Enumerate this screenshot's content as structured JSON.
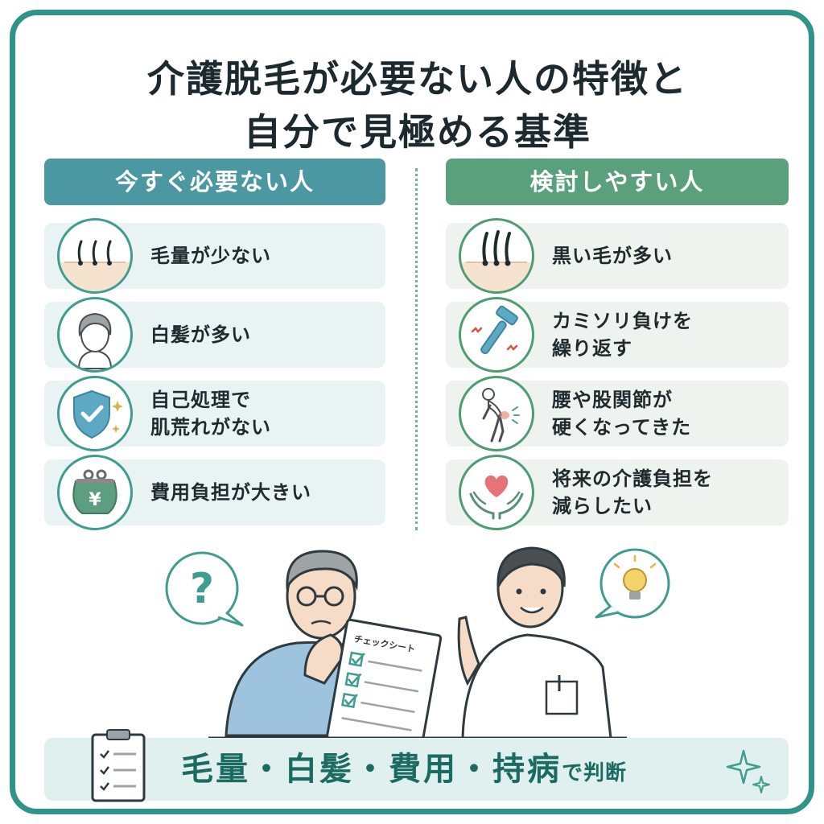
{
  "title": {
    "line1": "介護脱毛が必要ない人の特徴と",
    "line2": "自分で見極める基準"
  },
  "left_column": {
    "header": "今すぐ必要ない人",
    "items": [
      {
        "label": "毛量が少ない",
        "icon": "sparse-hair-icon"
      },
      {
        "label": "白髪が多い",
        "icon": "gray-hair-person-icon"
      },
      {
        "label": "自己処理で\n肌荒れがない",
        "icon": "shield-check-icon"
      },
      {
        "label": "費用負担が大きい",
        "icon": "yen-purse-icon"
      }
    ]
  },
  "right_column": {
    "header": "検討しやすい人",
    "items": [
      {
        "label": "黒い毛が多い",
        "icon": "thick-hair-icon"
      },
      {
        "label": "カミソリ負けを\n繰り返す",
        "icon": "razor-icon"
      },
      {
        "label": "腰や股関節が\n硬くなってきた",
        "icon": "back-pain-person-icon"
      },
      {
        "label": "将来の介護負担を\n減らしたい",
        "icon": "heart-hands-icon"
      }
    ]
  },
  "scene": {
    "question_mark": "?",
    "checklist_title": "チェックシート"
  },
  "footer": {
    "main": "毛量・白髪・費用・持病",
    "sub": "で判断"
  },
  "colors": {
    "frame": "#2f9488",
    "left_header": "#4b98a3",
    "right_header": "#5aa07c",
    "footer_bg": "#dff0ee",
    "footer_text": "#1b6b63"
  }
}
